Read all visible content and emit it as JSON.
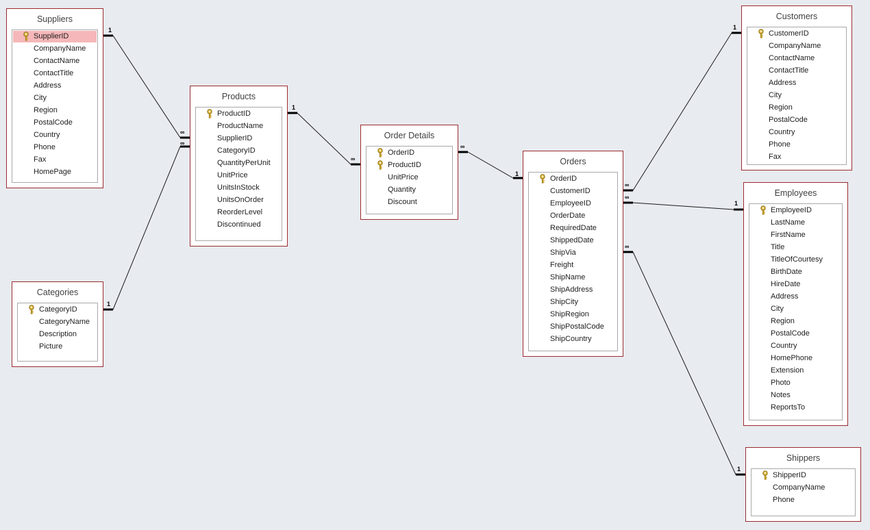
{
  "tables": [
    {
      "id": "suppliers",
      "title": "Suppliers",
      "fields": [
        {
          "name": "SupplierID",
          "key": true,
          "selected": true
        },
        {
          "name": "CompanyName"
        },
        {
          "name": "ContactName"
        },
        {
          "name": "ContactTitle"
        },
        {
          "name": "Address"
        },
        {
          "name": "City"
        },
        {
          "name": "Region"
        },
        {
          "name": "PostalCode"
        },
        {
          "name": "Country"
        },
        {
          "name": "Phone"
        },
        {
          "name": "Fax"
        },
        {
          "name": "HomePage"
        }
      ]
    },
    {
      "id": "categories",
      "title": "Categories",
      "fields": [
        {
          "name": "CategoryID",
          "key": true
        },
        {
          "name": "CategoryName"
        },
        {
          "name": "Description"
        },
        {
          "name": "Picture"
        }
      ]
    },
    {
      "id": "products",
      "title": "Products",
      "fields": [
        {
          "name": "ProductID",
          "key": true
        },
        {
          "name": "ProductName"
        },
        {
          "name": "SupplierID"
        },
        {
          "name": "CategoryID"
        },
        {
          "name": "QuantityPerUnit"
        },
        {
          "name": "UnitPrice"
        },
        {
          "name": "UnitsInStock"
        },
        {
          "name": "UnitsOnOrder"
        },
        {
          "name": "ReorderLevel"
        },
        {
          "name": "Discontinued"
        }
      ]
    },
    {
      "id": "order-details",
      "title": "Order Details",
      "fields": [
        {
          "name": "OrderID",
          "key": true
        },
        {
          "name": "ProductID",
          "key": true
        },
        {
          "name": "UnitPrice"
        },
        {
          "name": "Quantity"
        },
        {
          "name": "Discount"
        }
      ]
    },
    {
      "id": "orders",
      "title": "Orders",
      "fields": [
        {
          "name": "OrderID",
          "key": true
        },
        {
          "name": "CustomerID"
        },
        {
          "name": "EmployeeID"
        },
        {
          "name": "OrderDate"
        },
        {
          "name": "RequiredDate"
        },
        {
          "name": "ShippedDate"
        },
        {
          "name": "ShipVia"
        },
        {
          "name": "Freight"
        },
        {
          "name": "ShipName"
        },
        {
          "name": "ShipAddress"
        },
        {
          "name": "ShipCity"
        },
        {
          "name": "ShipRegion"
        },
        {
          "name": "ShipPostalCode"
        },
        {
          "name": "ShipCountry"
        }
      ]
    },
    {
      "id": "customers",
      "title": "Customers",
      "fields": [
        {
          "name": "CustomerID",
          "key": true
        },
        {
          "name": "CompanyName"
        },
        {
          "name": "ContactName"
        },
        {
          "name": "ContactTitle"
        },
        {
          "name": "Address"
        },
        {
          "name": "City"
        },
        {
          "name": "Region"
        },
        {
          "name": "PostalCode"
        },
        {
          "name": "Country"
        },
        {
          "name": "Phone"
        },
        {
          "name": "Fax"
        }
      ]
    },
    {
      "id": "employees",
      "title": "Employees",
      "fields": [
        {
          "name": "EmployeeID",
          "key": true
        },
        {
          "name": "LastName"
        },
        {
          "name": "FirstName"
        },
        {
          "name": "Title"
        },
        {
          "name": "TitleOfCourtesy"
        },
        {
          "name": "BirthDate"
        },
        {
          "name": "HireDate"
        },
        {
          "name": "Address"
        },
        {
          "name": "City"
        },
        {
          "name": "Region"
        },
        {
          "name": "PostalCode"
        },
        {
          "name": "Country"
        },
        {
          "name": "HomePhone"
        },
        {
          "name": "Extension"
        },
        {
          "name": "Photo"
        },
        {
          "name": "Notes"
        },
        {
          "name": "ReportsTo"
        }
      ]
    },
    {
      "id": "shippers",
      "title": "Shippers",
      "fields": [
        {
          "name": "ShipperID",
          "key": true
        },
        {
          "name": "CompanyName"
        },
        {
          "name": "Phone"
        }
      ]
    }
  ],
  "relationships": [
    {
      "from": "suppliers",
      "to": "products",
      "from_label": "1",
      "to_label": "∞"
    },
    {
      "from": "categories",
      "to": "products",
      "from_label": "1",
      "to_label": "∞"
    },
    {
      "from": "products",
      "to": "order-details",
      "from_label": "1",
      "to_label": "∞"
    },
    {
      "from": "order-details",
      "to": "orders",
      "from_label": "∞",
      "to_label": "1"
    },
    {
      "from": "orders",
      "to": "customers",
      "from_label": "∞",
      "to_label": "1"
    },
    {
      "from": "orders",
      "to": "employees",
      "from_label": "∞",
      "to_label": "1"
    },
    {
      "from": "orders",
      "to": "shippers",
      "from_label": "∞",
      "to_label": "1"
    }
  ],
  "colors": {
    "background": "#e8ebf0",
    "table_border": "#9c2b2f",
    "selected_row": "#f5b7b9",
    "key_icon": "#c9a227"
  }
}
